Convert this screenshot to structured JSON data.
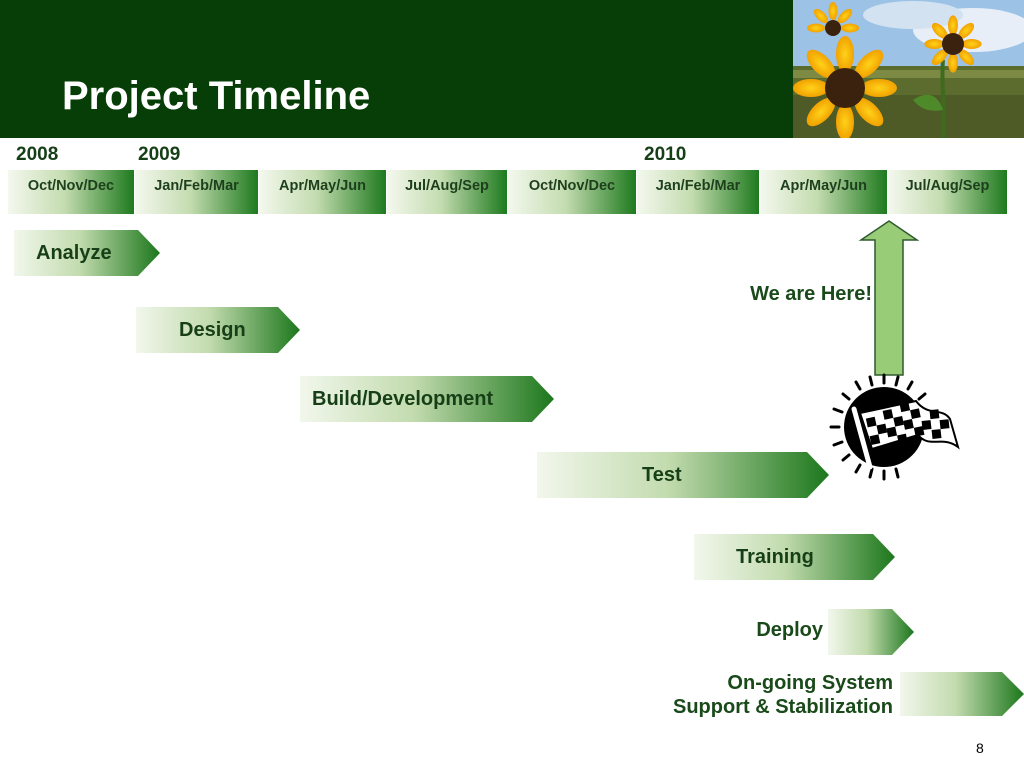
{
  "slide": {
    "title": "Project Timeline",
    "page_number": "8",
    "accent_color": "#073d07",
    "arrow_color": "#99cc77"
  },
  "timeline": {
    "years": [
      "2008",
      "2009",
      "2010"
    ],
    "quarters": [
      "Oct/Nov/Dec",
      "Jan/Feb/Mar",
      "Apr/May/Jun",
      "Jul/Aug/Sep",
      "Oct/Nov/Dec",
      "Jan/Feb/Mar",
      "Apr/May/Jun",
      "Jul/Aug/Sep"
    ]
  },
  "phases": {
    "analyze": "Analyze",
    "design": "Design",
    "build": "Build/Development",
    "test": "Test",
    "training": "Training",
    "deploy": "Deploy",
    "support_line1": "On-going System",
    "support_line2": "Support & Stabilization"
  },
  "marker": {
    "label": "We are Here!",
    "icon": "checkered-flag-icon"
  }
}
